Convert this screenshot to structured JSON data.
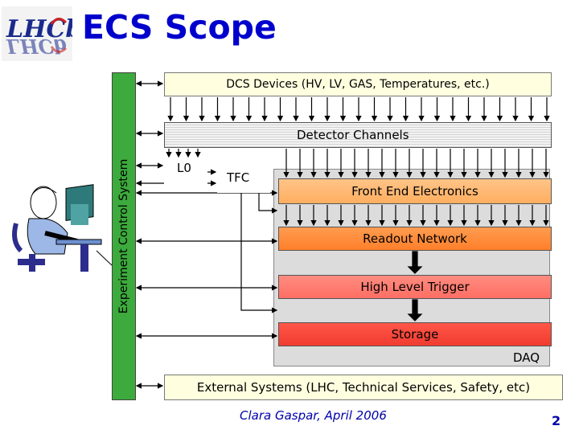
{
  "slide": {
    "title": "ECS Scope",
    "logo_text": "LHCb",
    "page_number": "2",
    "author_date": "Clara Gaspar, April 2006"
  },
  "diagram": {
    "dcs_devices": "DCS Devices (HV, LV, GAS, Temperatures, etc.)",
    "ecs_label": "Experiment Control System",
    "detector_channels": "Detector Channels",
    "l0": "L0",
    "tfc": "TFC",
    "front_end": "Front End Electronics",
    "readout_network": "Readout Network",
    "high_level_trigger": "High Level Trigger",
    "storage": "Storage",
    "daq": "DAQ",
    "external_systems": "External Systems (LHC, Technical Services, Safety, etc)"
  },
  "colors": {
    "title": "#0000cc",
    "ecs_bar": "#3caa3c",
    "dcs_box": "#ffffe0",
    "front_end": "#ffb46a",
    "readout": "#ff8a3a",
    "hlt": "#ff7a70",
    "storage": "#f5483a"
  }
}
